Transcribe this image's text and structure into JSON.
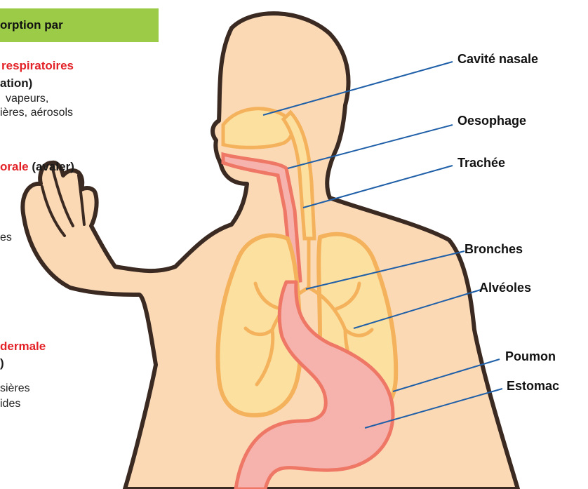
{
  "legend": {
    "header": "orption par",
    "routes": [
      {
        "title_red": "respiratoires",
        "title_black": "ation)",
        "lines": [
          "vapeurs,",
          "ières, aérosols"
        ]
      },
      {
        "title_red": "orale",
        "title_black": "(avaler)",
        "lines": [
          "es"
        ]
      },
      {
        "title_red": "dermale",
        "title_black": ")",
        "lines": [
          "sières",
          "ides"
        ]
      }
    ]
  },
  "labels": {
    "cavite_nasale": "Cavité nasale",
    "oesophage": "Oesophage",
    "trachee": "Trachée",
    "bronches": "Bronches",
    "alveoles": "Alvéoles",
    "poumon": "Poumon",
    "estomac": "Estomac"
  },
  "colors": {
    "header_bg": "#9ccc47",
    "route_red": "#e32228",
    "skin": "#fbd9b5",
    "outline": "#3b2a22",
    "lungs": "#fce0a0",
    "lung_outline": "#f5b25c",
    "stomach": "#f6b3ad",
    "stomach_outline": "#ee7766",
    "leader_line": "#1f5fa8"
  }
}
